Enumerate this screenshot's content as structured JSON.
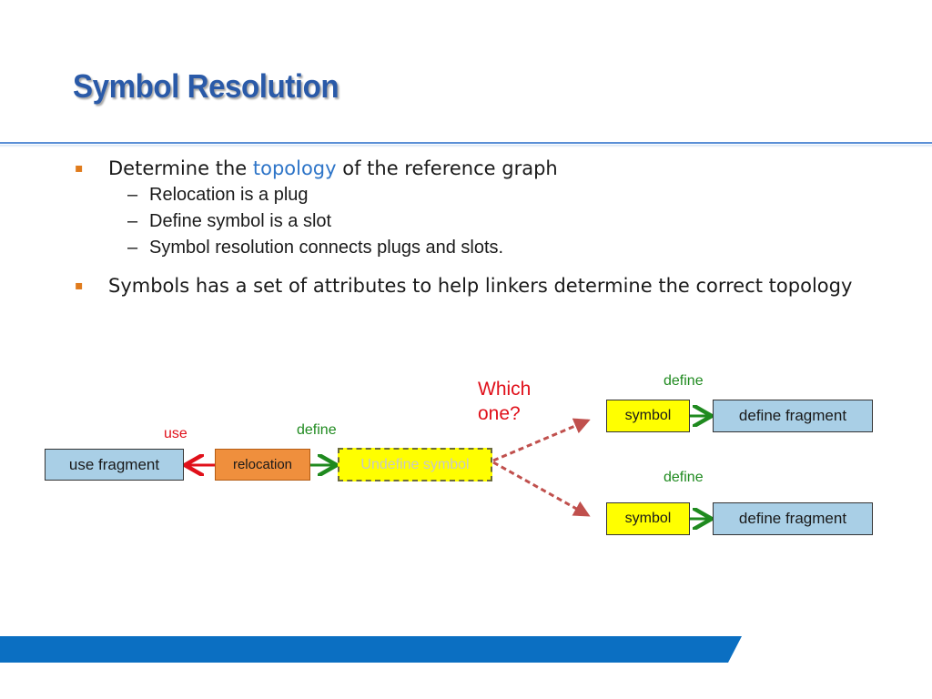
{
  "title": "Symbol Resolution",
  "bullets": {
    "b1_prefix": "Determine the",
    "b1_accent": "topology",
    "b1_suffix": "of the reference graph",
    "subs": [
      "Relocation is a plug",
      "Define symbol is a slot",
      "Symbol resolution connects plugs and slots."
    ],
    "b2": "Symbols has a set of attributes to help linkers determine the correct topology",
    "marker": "▪",
    "dash": "–"
  },
  "diagram": {
    "use_fragment": "use fragment",
    "relocation": "relocation",
    "undefine_symbol": "Undefine symbol",
    "symbol_top": "symbol",
    "symbol_bottom": "symbol",
    "define_fragment_top": "define fragment",
    "define_fragment_bottom": "define fragment",
    "label_use": "use",
    "label_define_left": "define",
    "label_define_top": "define",
    "label_define_bottom": "define",
    "which_one": "Which one?"
  },
  "colors": {
    "title": "#2a5aa8",
    "accent": "#2e75c8",
    "bullet_marker": "#e07b1c",
    "fragment_fill": "#a9cfe6",
    "symbol_fill": "#ffff00",
    "relocation_fill": "#ef8f3d",
    "define_green": "#1f8a1f",
    "use_red": "#e0101a",
    "dashed_arrow": "#c0504d",
    "bottom_bar": "#0b6fc2"
  }
}
